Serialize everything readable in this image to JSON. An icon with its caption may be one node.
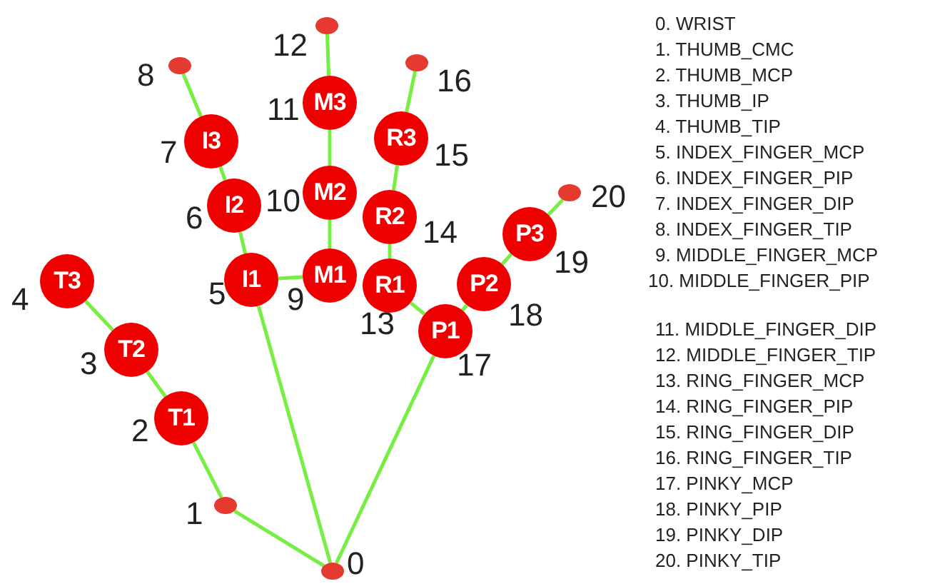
{
  "diagram": {
    "nodes": [
      {
        "text": [],
        "shape": "circle",
        "beside": [
          "0"
        ]
      },
      {
        "text": [],
        "shape": "circle",
        "beside": [
          "1"
        ]
      },
      {
        "text": [
          "T1"
        ],
        "beside": [
          "2"
        ]
      },
      {
        "text": [
          "T2"
        ],
        "beside": [
          "3"
        ]
      },
      {
        "text": [
          "T3"
        ],
        "beside": [
          "4"
        ]
      },
      {
        "text": [
          "I1"
        ],
        "beside": [
          "5"
        ]
      },
      {
        "text": [
          "I2"
        ],
        "beside": [
          "6"
        ]
      },
      {
        "text": [
          "I3"
        ],
        "beside": [
          "7"
        ]
      },
      {
        "text": [],
        "shape": "circle",
        "beside": [
          "8"
        ]
      },
      {
        "text": [
          "M1"
        ],
        "beside": [
          "9"
        ]
      },
      {
        "text": [
          "M2"
        ],
        "beside": [
          "10"
        ]
      },
      {
        "text": [
          "M3"
        ],
        "beside": [
          "11"
        ]
      },
      {
        "text": [],
        "shape": "circle",
        "beside": [
          "12"
        ]
      },
      {
        "text": [
          "R1"
        ],
        "beside": [
          "13"
        ]
      },
      {
        "text": [
          "R2"
        ],
        "beside": [
          "14"
        ]
      },
      {
        "text": [
          "R3"
        ],
        "beside": [
          "15"
        ]
      },
      {
        "text": [],
        "shape": "circle",
        "beside": [
          "16"
        ]
      },
      {
        "text": [
          "P1"
        ],
        "beside": [
          "17"
        ]
      },
      {
        "text": [
          "P2"
        ],
        "beside": [
          "18"
        ]
      },
      {
        "text": [
          "P3"
        ],
        "beside": [
          "19"
        ]
      },
      {
        "text": [],
        "shape": "circle",
        "beside": [
          "20"
        ]
      }
    ],
    "edges": [
      {
        "from": 0,
        "to": 1,
        "arrow": "none"
      },
      {
        "from": 1,
        "to": 2,
        "arrow": "none"
      },
      {
        "from": 2,
        "to": 3,
        "arrow": "none"
      },
      {
        "from": 3,
        "to": 4,
        "arrow": "none"
      },
      {
        "from": 0,
        "to": 5,
        "arrow": "none"
      },
      {
        "from": 5,
        "to": 6,
        "arrow": "none"
      },
      {
        "from": 6,
        "to": 7,
        "arrow": "none"
      },
      {
        "from": 7,
        "to": 8,
        "arrow": "none"
      },
      {
        "from": 5,
        "to": 9,
        "arrow": "none"
      },
      {
        "from": 9,
        "to": 10,
        "arrow": "none"
      },
      {
        "from": 10,
        "to": 11,
        "arrow": "none"
      },
      {
        "from": 11,
        "to": 12,
        "arrow": "none"
      },
      {
        "from": 13,
        "to": 14,
        "arrow": "none"
      },
      {
        "from": 14,
        "to": 15,
        "arrow": "none"
      },
      {
        "from": 15,
        "to": 16,
        "arrow": "none"
      },
      {
        "from": 13,
        "to": 17,
        "arrow": "none"
      },
      {
        "from": 0,
        "to": 17,
        "arrow": "none"
      },
      {
        "from": 17,
        "to": 18,
        "arrow": "none"
      },
      {
        "from": 18,
        "to": 19,
        "arrow": "none"
      },
      {
        "from": 19,
        "to": 20,
        "arrow": "none"
      }
    ],
    "labels": [
      "0. WRIST",
      "1. THUMB_CMC",
      "2. THUMB_MCP",
      "3. THUMB_IP",
      "4. THUMB_TIP",
      "5. INDEX_FINGER_MCP",
      "6. INDEX_FINGER_PIP",
      "7. INDEX_FINGER_DIP",
      "8. INDEX_FINGER_TIP",
      "9. MIDDLE_FINGER_MCP",
      "10. MIDDLE_FINGER_PIP",
      "11. MIDDLE_FINGER_DIP",
      "12. MIDDLE_FINGER_TIP",
      "13. RING_FINGER_MCP",
      "14. RING_FINGER_PIP",
      "15. RING_FINGER_DIP",
      "16. RING_FINGER_TIP",
      "17. PINKY_MCP",
      "18. PINKY_PIP",
      "19. PINKY_DIP",
      "20. PINKY_TIP"
    ]
  }
}
